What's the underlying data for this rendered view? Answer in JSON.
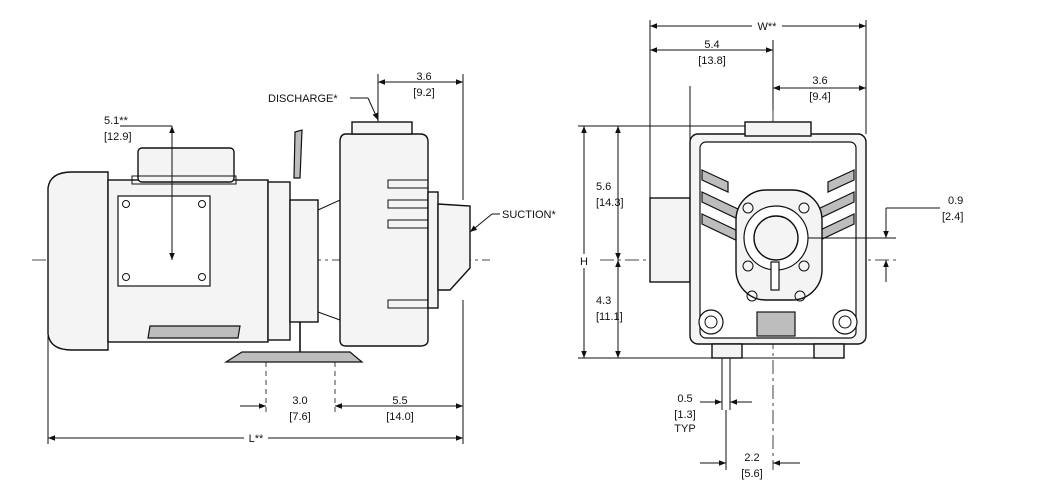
{
  "side_view": {
    "discharge_label": "DISCHARGE*",
    "suction_label": "SUCTION*",
    "dim_top_value": "3.6",
    "dim_top_metric": "[9.2]",
    "dim_height_value": "5.1**",
    "dim_height_metric": "[12.9]",
    "dim_foot_value": "3.0",
    "dim_foot_metric": "[7.6]",
    "dim_suction_value": "5.5",
    "dim_suction_metric": "[14.0]",
    "dim_length_label": "L**"
  },
  "front_view": {
    "dim_width_label": "W**",
    "dim_left_value": "5.4",
    "dim_left_metric": "[13.8]",
    "dim_right_value": "3.6",
    "dim_right_metric": "[9.4]",
    "dim_upper_value": "5.6",
    "dim_upper_metric": "[14.3]",
    "dim_height_label": "H",
    "dim_lower_value": "4.3",
    "dim_lower_metric": "[11.1]",
    "dim_offset_value": "0.9",
    "dim_offset_metric": "[2.4]",
    "dim_slot_value": "0.5",
    "dim_slot_metric": "[1.3]",
    "dim_slot_note": "TYP",
    "dim_bottom_value": "2.2",
    "dim_bottom_metric": "[5.6]"
  }
}
